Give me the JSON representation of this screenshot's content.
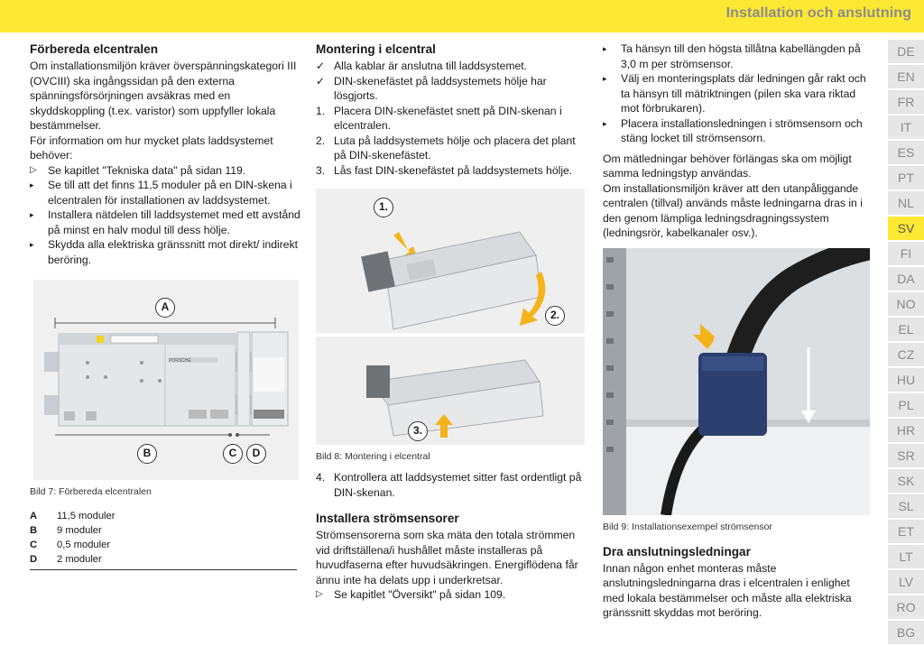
{
  "header": {
    "title": "Installation och anslutning"
  },
  "col1": {
    "heading": "Förbereda elcentralen",
    "para1": "Om installationsmiljön kräver överspänningskategori III (OVCIII) ska ingångssidan på den externa spänningsförsörjningen avsäkras med en skyddskoppling (t.ex. varistor) som uppfyller lokala bestämmelser.",
    "para2": "För information om hur mycket plats laddsystemet behöver:",
    "items": [
      {
        "marker": "▷",
        "text": "Se kapitlet \"Tekniska data\" på sidan 119."
      },
      {
        "marker": "▸",
        "text": "Se till att det finns 11,5 moduler på en DIN-skena i elcentralen för installationen av laddsystemet."
      },
      {
        "marker": "▸",
        "text": "Installera nätdelen till laddsystemet med ett avstånd på minst en halv modul till dess hölje."
      },
      {
        "marker": "▸",
        "text": "Skydda alla elektriska gränssnitt mot direkt/ indirekt beröring."
      }
    ],
    "figure": {
      "label_a": "A",
      "label_b": "B",
      "label_c": "C",
      "label_d": "D",
      "brand": "PORSCHE"
    },
    "caption": "Bild 7: Förbereda elcentralen",
    "legend": [
      {
        "key": "A",
        "value": "11,5 moduler"
      },
      {
        "key": "B",
        "value": "9 moduler"
      },
      {
        "key": "C",
        "value": "0,5 moduler"
      },
      {
        "key": "D",
        "value": "2 moduler"
      }
    ]
  },
  "col2": {
    "heading": "Montering i elcentral",
    "checks": [
      {
        "marker": "✓",
        "text": "Alla kablar är anslutna till laddsystemet."
      },
      {
        "marker": "✓",
        "text": "DIN-skenefästet på laddsystemets hölje har lösgjorts."
      }
    ],
    "steps": [
      {
        "marker": "1.",
        "text": "Placera DIN-skenefästet snett på DIN-skenan i elcentralen."
      },
      {
        "marker": "2.",
        "text": "Luta på laddsystemets hölje och placera det plant på DIN-skenefästet."
      },
      {
        "marker": "3.",
        "text": "Lås fast DIN-skenefästet på laddsystemets hölje."
      }
    ],
    "figure": {
      "step1": "1.",
      "step2": "2.",
      "step3": "3."
    },
    "caption": "Bild 8: Montering i elcentral",
    "step4": {
      "marker": "4.",
      "text": "Kontrollera att laddsystemet sitter fast ordentligt på DIN-skenan."
    },
    "heading2": "Installera strömsensorer",
    "para": "Strömsensorerna som ska mäta den totala strömmen vid driftställena/i hushållet måste installeras på huvudfaserna efter huvudsäkringen. Energiflödena får ännu inte ha delats upp i underkretsar.",
    "ref": {
      "marker": "▷",
      "text": "Se kapitlet \"Översikt\" på sidan 109."
    }
  },
  "col3": {
    "items": [
      {
        "marker": "▸",
        "text": "Ta hänsyn till den högsta tillåtna kabellängden på 3,0 m per strömsensor."
      },
      {
        "marker": "▸",
        "text": "Välj en monteringsplats där ledningen går rakt och ta hänsyn till mätriktningen (pilen ska vara riktad mot förbrukaren)."
      },
      {
        "marker": "▸",
        "text": "Placera installationsledningen i strömsensorn och stäng locket till strömsensorn."
      }
    ],
    "para1": "Om mätledningar behöver förlängas ska om möjligt samma ledningstyp användas.",
    "para2": "Om installationsmiljön kräver att den utanpåliggande centralen (tillval) används måste ledningarna dras in i den genom lämpliga ledningsdragningssystem (ledningsrör, kabelkanaler osv.).",
    "caption": "Bild 9: Installationsexempel strömsensor",
    "heading": "Dra anslutningsledningar",
    "para3": "Innan någon enhet monteras måste anslutningsledningarna dras i elcentralen i enlighet med lokala bestämmelser och måste alla elektriska gränssnitt skyddas mot beröring."
  },
  "language_tabs": {
    "items": [
      "DE",
      "EN",
      "FR",
      "IT",
      "ES",
      "PT",
      "NL",
      "SV",
      "FI",
      "DA",
      "NO",
      "EL",
      "CZ",
      "HU",
      "PL",
      "HR",
      "SR",
      "SK",
      "SL",
      "ET",
      "LT",
      "LV",
      "RO",
      "BG"
    ],
    "active": "SV"
  },
  "colors": {
    "header_yellow": "#fde833",
    "header_text": "#8c8c8c",
    "tab_bg": "#e6e6e6",
    "sensor_blue": "#2c3f6e",
    "arrow_orange": "#f4b31a"
  }
}
